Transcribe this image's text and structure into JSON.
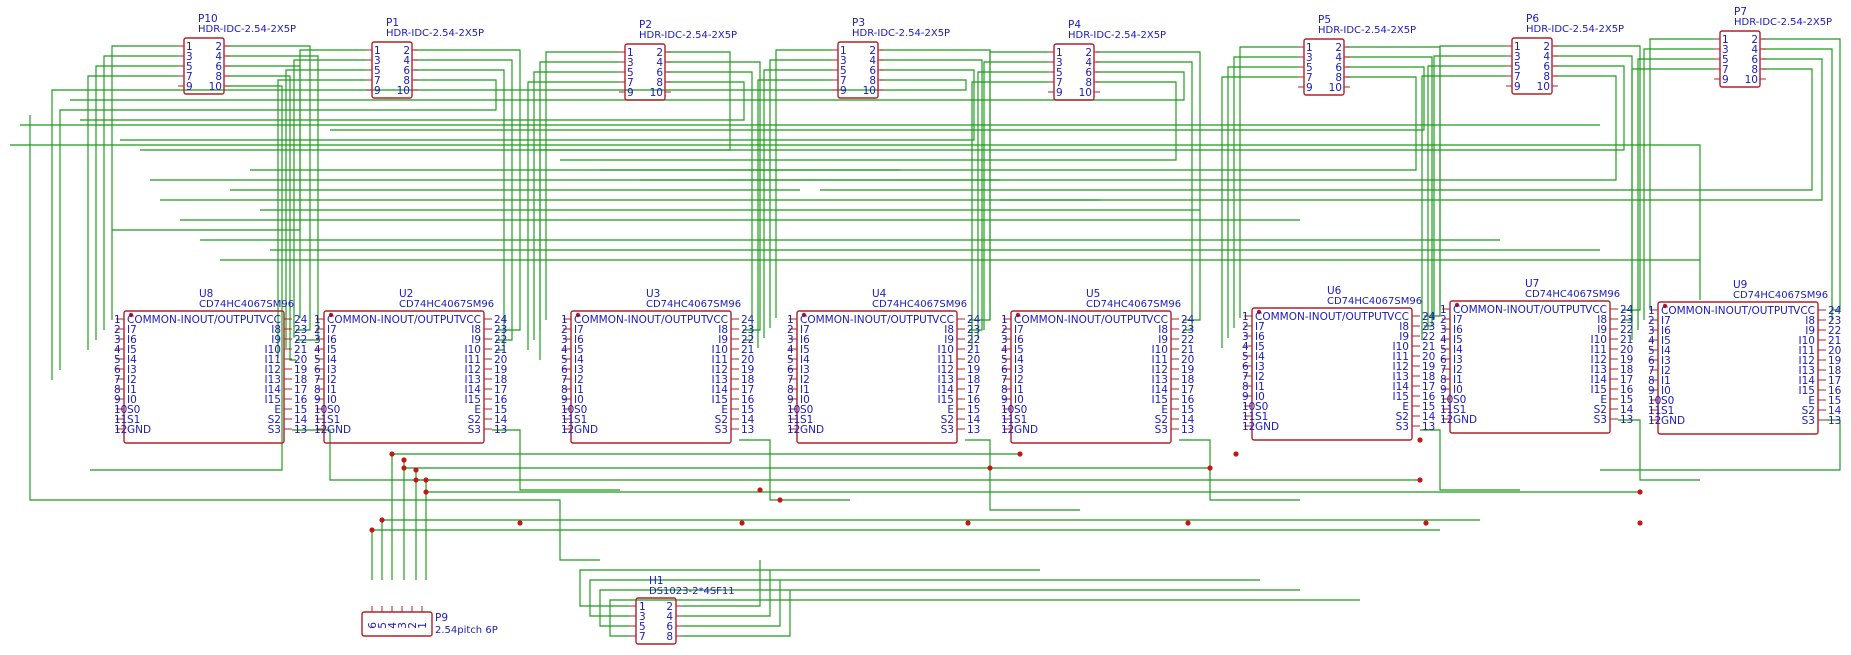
{
  "headers": [
    {
      "ref": "P10",
      "part": "HDR-IDC-2.54-2X5P"
    },
    {
      "ref": "P1",
      "part": "HDR-IDC-2.54-2X5P"
    },
    {
      "ref": "P2",
      "part": "HDR-IDC-2.54-2X5P"
    },
    {
      "ref": "P3",
      "part": "HDR-IDC-2.54-2X5P"
    },
    {
      "ref": "P4",
      "part": "HDR-IDC-2.54-2X5P"
    },
    {
      "ref": "P5",
      "part": "HDR-IDC-2.54-2X5P"
    },
    {
      "ref": "P6",
      "part": "HDR-IDC-2.54-2X5P"
    },
    {
      "ref": "P7",
      "part": "HDR-IDC-2.54-2X5P"
    }
  ],
  "header_pins": {
    "left": [
      "1",
      "3",
      "5",
      "7",
      "9"
    ],
    "right": [
      "2",
      "4",
      "6",
      "8",
      "10"
    ]
  },
  "muxes": [
    {
      "ref": "U8",
      "part": "CD74HC4067SM96"
    },
    {
      "ref": "U2",
      "part": "CD74HC4067SM96"
    },
    {
      "ref": "U3",
      "part": "CD74HC4067SM96"
    },
    {
      "ref": "U4",
      "part": "CD74HC4067SM96"
    },
    {
      "ref": "U5",
      "part": "CD74HC4067SM96"
    },
    {
      "ref": "U6",
      "part": "CD74HC4067SM96"
    },
    {
      "ref": "U7",
      "part": "CD74HC4067SM96"
    },
    {
      "ref": "U9",
      "part": "CD74HC4067SM96"
    }
  ],
  "mux_pins": {
    "left_numbers": [
      "1",
      "2",
      "3",
      "4",
      "5",
      "6",
      "7",
      "8",
      "9",
      "10",
      "11",
      "12"
    ],
    "left_names": [
      "COMMON-INOUT/OUTPUT",
      "I7",
      "I6",
      "I5",
      "I4",
      "I3",
      "I2",
      "I1",
      "I0",
      "S0",
      "S1",
      "GND"
    ],
    "right_numbers": [
      "24",
      "23",
      "22",
      "21",
      "20",
      "19",
      "18",
      "17",
      "16",
      "15",
      "14",
      "13"
    ],
    "right_names": [
      "VCC",
      "I8",
      "I9",
      "I10",
      "I11",
      "I12",
      "I13",
      "I14",
      "I15",
      "E",
      "S2",
      "S3"
    ]
  },
  "h1": {
    "ref": "H1",
    "part": "DS1023-2*4SF11",
    "left": [
      "1",
      "3",
      "5",
      "7"
    ],
    "right": [
      "2",
      "4",
      "6",
      "8"
    ]
  },
  "p9": {
    "ref": "P9",
    "part": "2.54pitch 6P",
    "pins": [
      "6",
      "5",
      "4",
      "3",
      "2",
      "1"
    ]
  }
}
